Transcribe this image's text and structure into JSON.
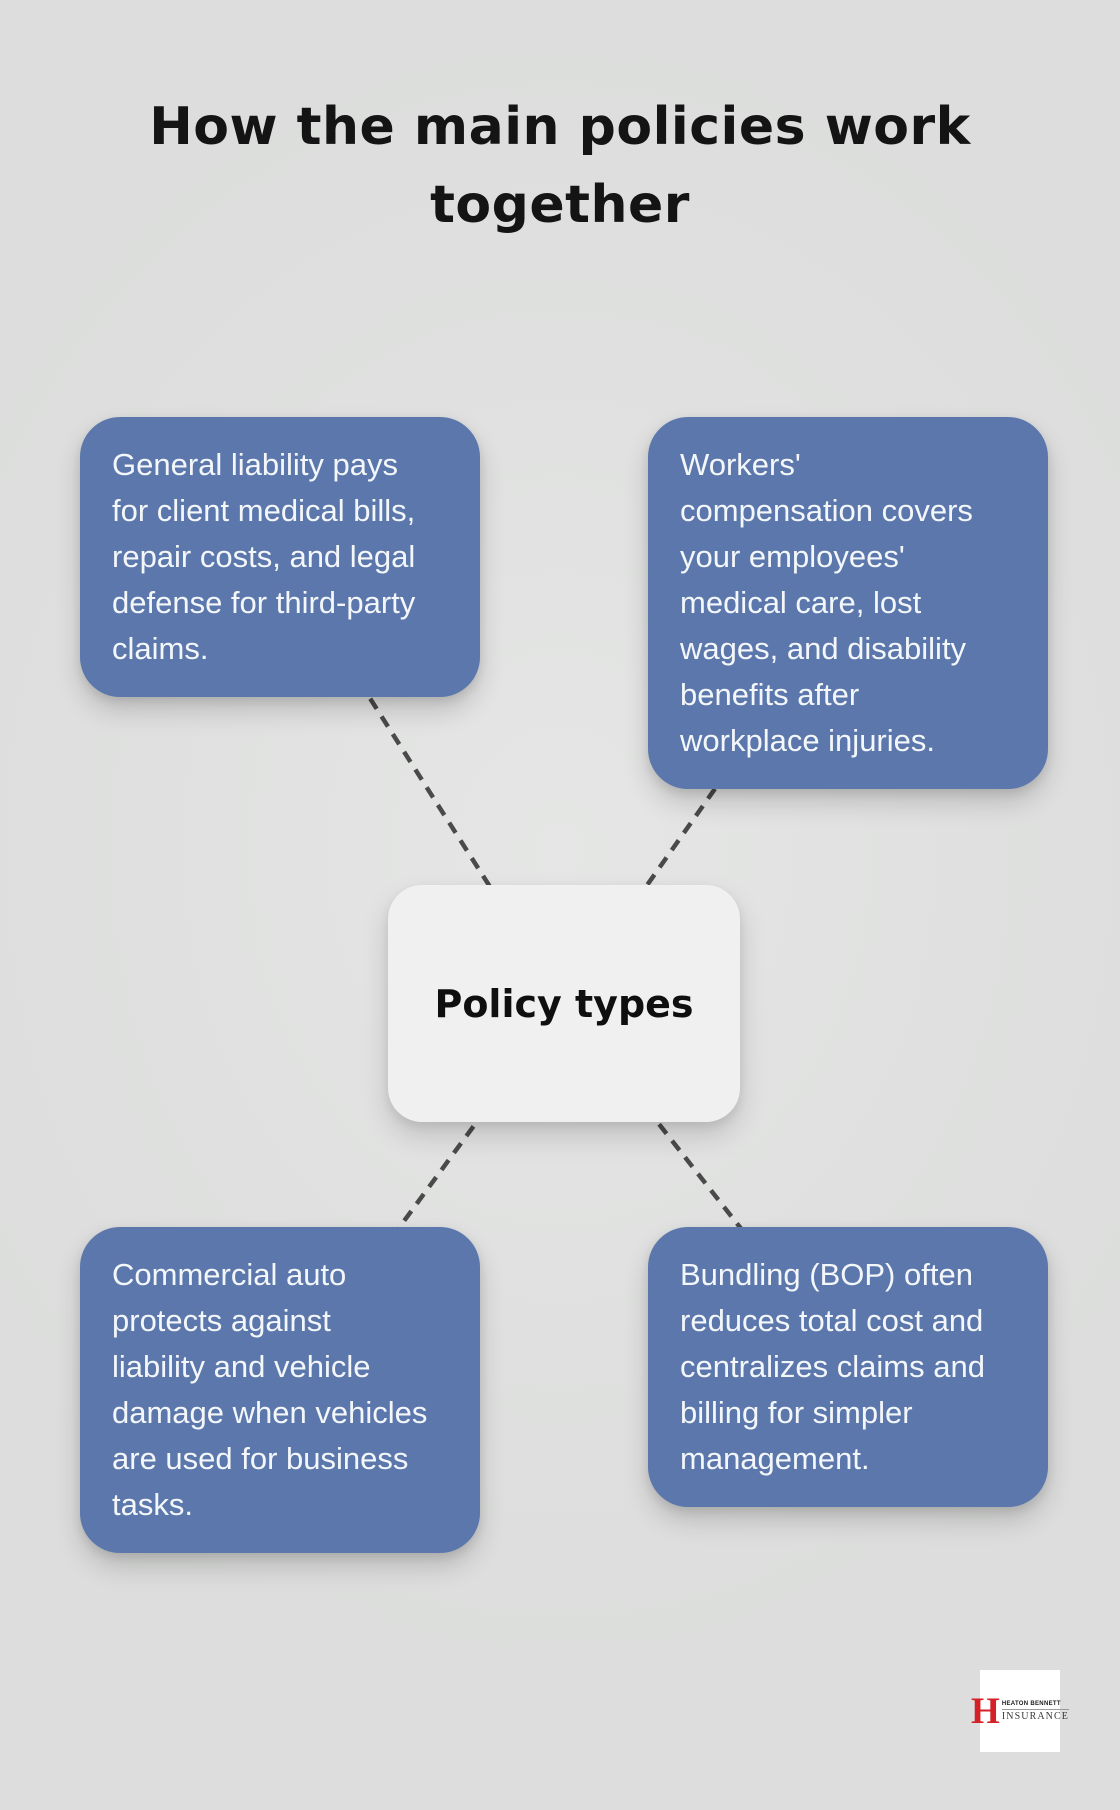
{
  "title": "How the main policies work\ntogether",
  "center": {
    "label": "Policy types"
  },
  "boxes": [
    {
      "id": "general-liability",
      "text": "General liability pays\nfor client medical bills,\nrepair costs, and legal\ndefense for third-party\nclaims."
    },
    {
      "id": "workers-compensation",
      "text": "Workers'\ncompensation covers\nyour employees'\nmedical care, lost\nwages, and disability\nbenefits after\nworkplace injuries."
    },
    {
      "id": "commercial-auto",
      "text": "Commercial auto\nprotects against\nliability and vehicle\ndamage when vehicles\nare used for business\ntasks."
    },
    {
      "id": "bundling-bop",
      "text": "Bundling (BOP) often\nreduces total cost and\ncentralizes claims and\nbilling for simpler\nmanagement."
    }
  ],
  "logo": {
    "mark": "H",
    "line1": "HEATON BENNETT",
    "line2": "INSURANCE"
  },
  "colors": {
    "box_blue": "#5b77ac",
    "canvas_bg": "#dfe0df",
    "center_bg": "#f0f0f1",
    "dash_gray": "#4a4a4a",
    "logo_red": "#d42127"
  }
}
